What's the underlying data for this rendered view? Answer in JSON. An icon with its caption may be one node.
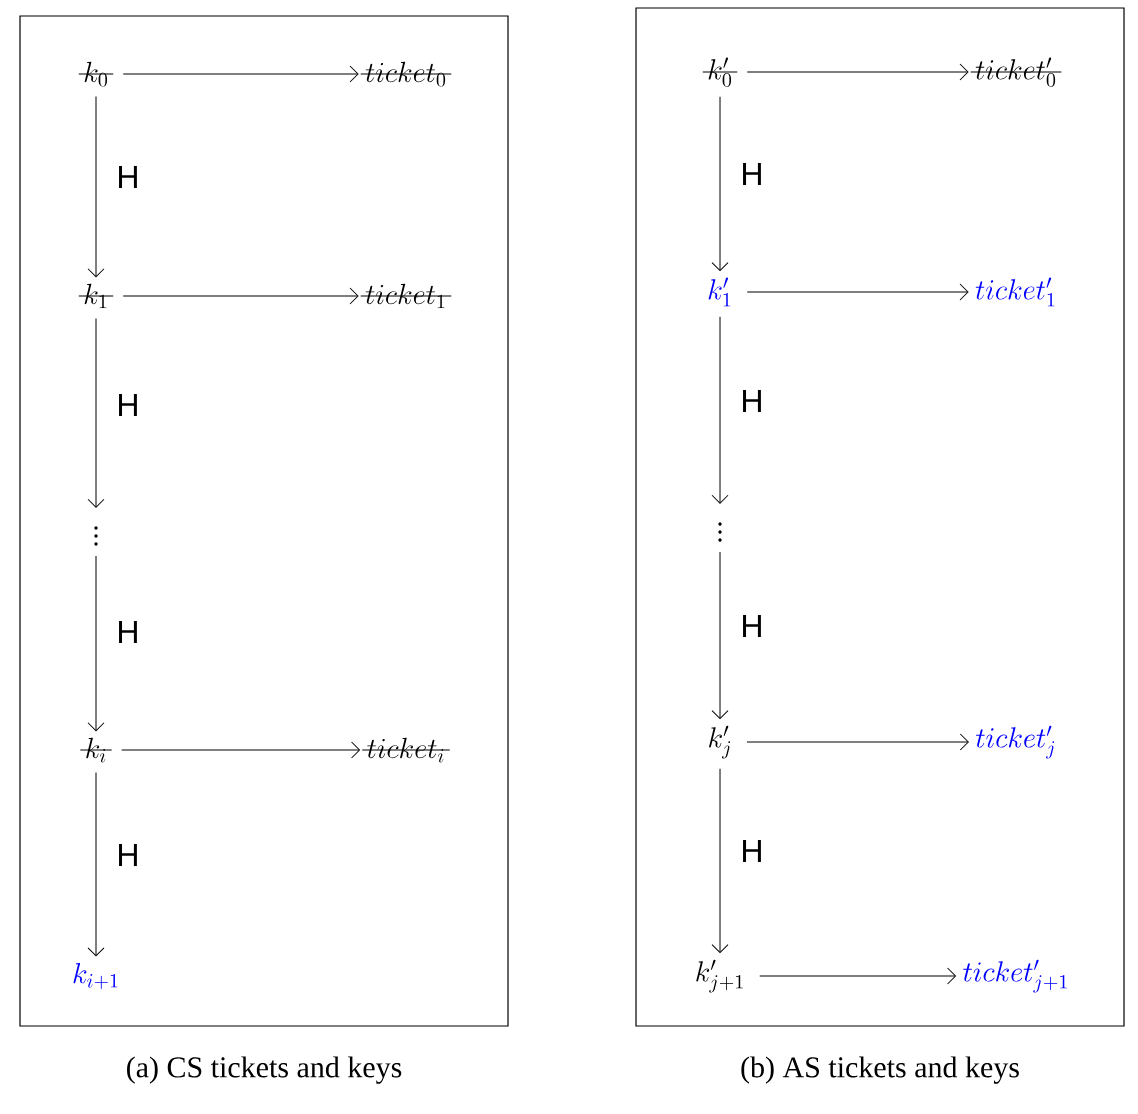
{
  "diagram": {
    "nodes": [
      {
        "text": [],
        "shape": "box"
      },
      {
        "text": [
          "k_0"
        ],
        "in": 0
      },
      {
        "text": [
          "ticket_0"
        ],
        "in": 0
      },
      {
        "text": [
          "k_1"
        ],
        "in": 0
      },
      {
        "text": [
          "ticket_1"
        ],
        "in": 0
      },
      {
        "text": [
          "\\vdots"
        ],
        "in": 0
      },
      {
        "text": [
          "k_i"
        ],
        "in": 0
      },
      {
        "text": [
          "ticket_i"
        ],
        "in": 0
      },
      {
        "text": [
          "k_{i+1}"
        ],
        "in": 0
      },
      {
        "text": [],
        "shape": "box"
      },
      {
        "text": [
          "k'_0"
        ],
        "in": 9
      },
      {
        "text": [
          "ticket'_0"
        ],
        "in": 9
      },
      {
        "text": [
          "k'_1"
        ],
        "in": 9
      },
      {
        "text": [
          "ticket'_1"
        ],
        "in": 9
      },
      {
        "text": [
          "\\vdots"
        ],
        "in": 9
      },
      {
        "text": [
          "k'_j"
        ],
        "in": 9
      },
      {
        "text": [
          "ticket'_j"
        ],
        "in": 9
      },
      {
        "text": [
          "k'_{j+1}"
        ],
        "in": 9
      },
      {
        "text": [
          "ticket'_{j+1}"
        ],
        "in": 9
      }
    ],
    "edges": [
      {
        "from": 1,
        "to": 2,
        "arrow": "to"
      },
      {
        "from": 1,
        "to": 3,
        "arrow": "to",
        "label": "H"
      },
      {
        "from": 3,
        "to": 4,
        "arrow": "to"
      },
      {
        "from": 3,
        "to": 5,
        "arrow": "to",
        "label": "H"
      },
      {
        "from": 5,
        "to": 6,
        "arrow": "to",
        "label": "H"
      },
      {
        "from": 6,
        "to": 7,
        "arrow": "to"
      },
      {
        "from": 6,
        "to": 8,
        "arrow": "to",
        "label": "H"
      },
      {
        "from": 10,
        "to": 11,
        "arrow": "to"
      },
      {
        "from": 10,
        "to": 12,
        "arrow": "to",
        "label": "H"
      },
      {
        "from": 12,
        "to": 13,
        "arrow": "to"
      },
      {
        "from": 12,
        "to": 14,
        "arrow": "to",
        "label": "H"
      },
      {
        "from": 14,
        "to": 15,
        "arrow": "to",
        "label": "H"
      },
      {
        "from": 15,
        "to": 16,
        "arrow": "to"
      },
      {
        "from": 15,
        "to": 17,
        "arrow": "to",
        "label": "H"
      },
      {
        "from": 17,
        "to": 18,
        "arrow": "to"
      }
    ],
    "labels": [
      "(a) CS tickets and keys",
      "(b) AS tickets and keys"
    ]
  }
}
